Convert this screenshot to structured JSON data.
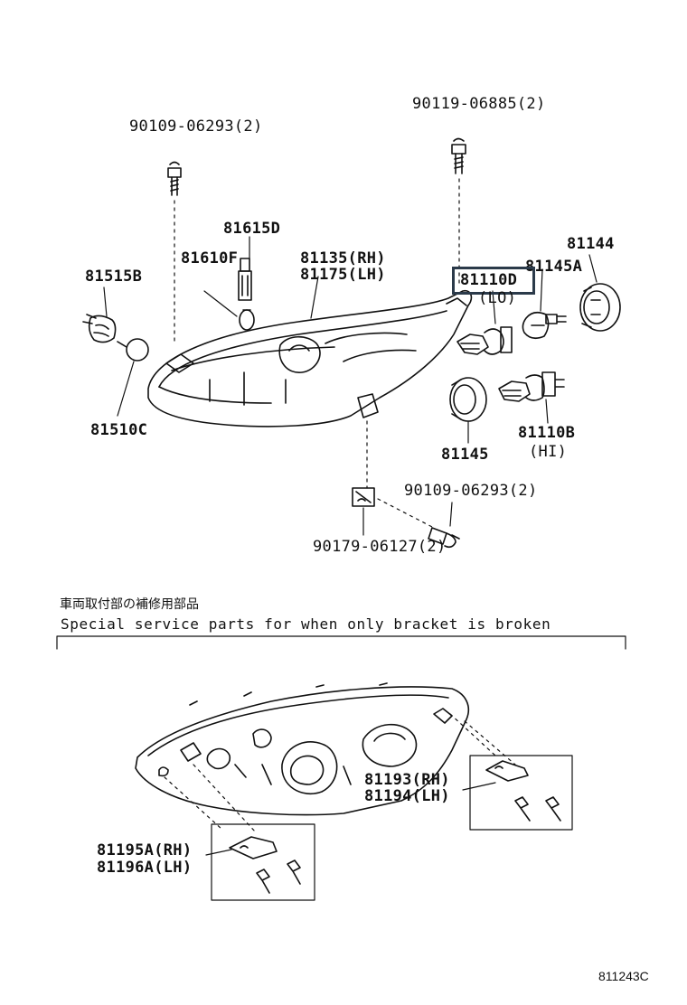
{
  "labels": {
    "p90109_top": "90109-06293(2)",
    "p90119": "90119-06885(2)",
    "p81615D": "81615D",
    "p81610F": "81610F",
    "p81515B": "81515B",
    "p81135": "81135(RH)",
    "p81175": "81175(LH)",
    "p81144": "81144",
    "p81145A": "81145A",
    "p81110D": "81110D",
    "p81110D_sub": "(LO)",
    "p81510C": "81510C",
    "p81145": "81145",
    "p81110B": "81110B",
    "p81110B_sub": "(HI)",
    "p90109_bottom": "90109-06293(2)",
    "p90179": "90179-06127(2)",
    "p81193": "81193(RH)",
    "p81194": "81194(LH)",
    "p81195A": "81195A(RH)",
    "p81196A": "81196A(LH)"
  },
  "notes": {
    "japanese": "車両取付部の補修用部品",
    "english": "Special service parts for when only bracket is broken"
  },
  "figure_id": "811243C",
  "colors": {
    "line": "#111111",
    "highlight": "#2b3a4a"
  }
}
